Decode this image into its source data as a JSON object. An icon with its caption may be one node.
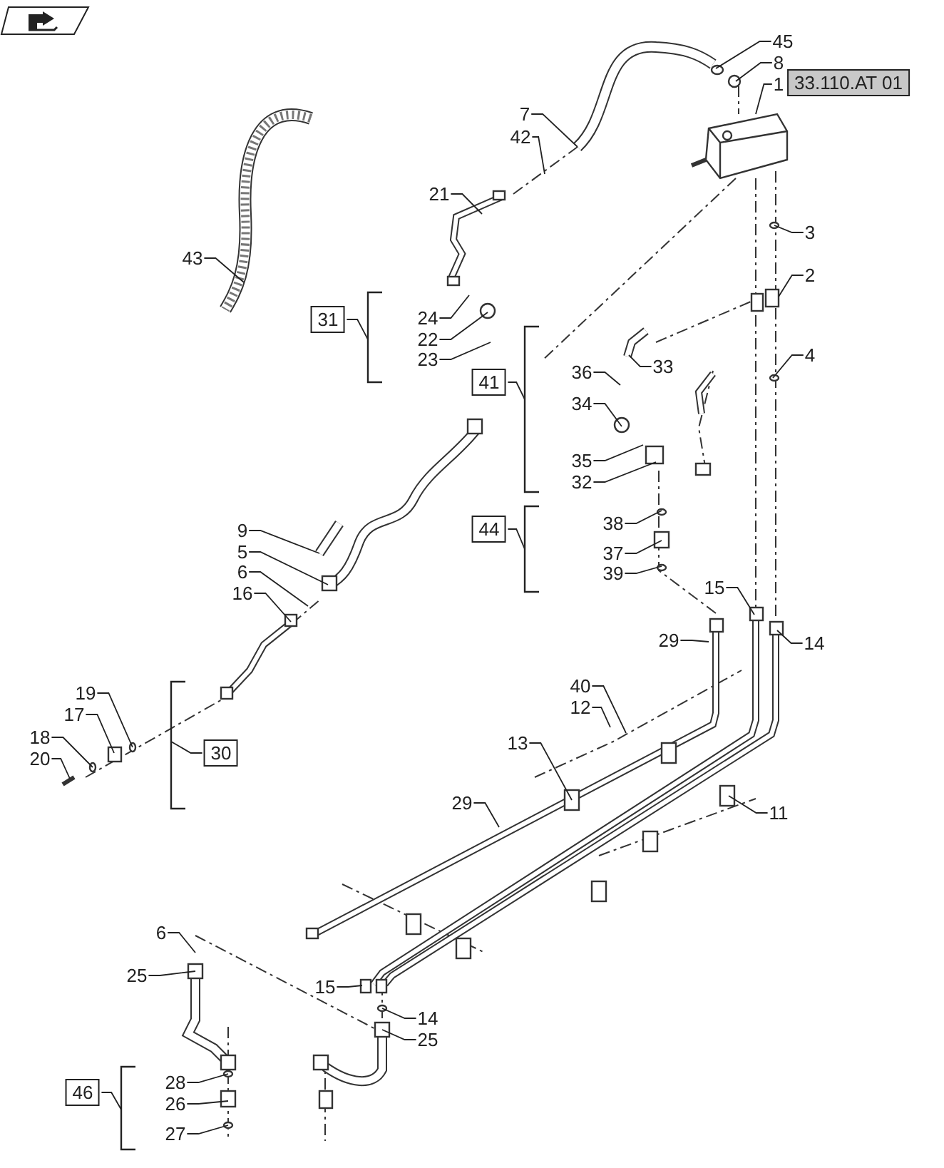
{
  "diagram": {
    "nodes": [
      {
        "text": [
          "45"
        ]
      },
      {
        "text": [
          "8"
        ]
      },
      {
        "text": [
          "33.110.AT 01"
        ]
      },
      {
        "text": [
          "1"
        ]
      },
      {
        "text": [
          "7"
        ]
      },
      {
        "text": [
          "42"
        ]
      },
      {
        "text": [
          "21"
        ]
      },
      {
        "text": [
          "3"
        ]
      },
      {
        "text": [
          "43"
        ]
      },
      {
        "text": [
          "2"
        ]
      },
      {
        "text": [
          "24"
        ]
      },
      {
        "text": [
          "31"
        ]
      },
      {
        "text": [
          "22"
        ]
      },
      {
        "text": [
          "23"
        ]
      },
      {
        "text": [
          "4"
        ]
      },
      {
        "text": [
          "33"
        ]
      },
      {
        "text": [
          "36"
        ]
      },
      {
        "text": [
          "41"
        ]
      },
      {
        "text": [
          "34"
        ]
      },
      {
        "text": [
          "35"
        ]
      },
      {
        "text": [
          "32"
        ]
      },
      {
        "text": [
          "38"
        ]
      },
      {
        "text": [
          "44"
        ]
      },
      {
        "text": [
          "9"
        ]
      },
      {
        "text": [
          "5"
        ]
      },
      {
        "text": [
          "37"
        ]
      },
      {
        "text": [
          "6"
        ]
      },
      {
        "text": [
          "39"
        ]
      },
      {
        "text": [
          "15"
        ]
      },
      {
        "text": [
          "16"
        ]
      },
      {
        "text": [
          "29"
        ]
      },
      {
        "text": [
          "14"
        ]
      },
      {
        "text": [
          "40"
        ]
      },
      {
        "text": [
          "19"
        ]
      },
      {
        "text": [
          "12"
        ]
      },
      {
        "text": [
          "17"
        ]
      },
      {
        "text": [
          "18"
        ]
      },
      {
        "text": [
          "13"
        ]
      },
      {
        "text": [
          "30"
        ]
      },
      {
        "text": [
          "20"
        ]
      },
      {
        "text": [
          "29"
        ]
      },
      {
        "text": [
          "11"
        ]
      },
      {
        "text": [
          "6"
        ]
      },
      {
        "text": [
          "25"
        ]
      },
      {
        "text": [
          "15"
        ]
      },
      {
        "text": [
          "14"
        ]
      },
      {
        "text": [
          "25"
        ]
      },
      {
        "text": [
          "28"
        ]
      },
      {
        "text": [
          "46"
        ]
      },
      {
        "text": [
          "26"
        ]
      },
      {
        "text": [
          "27"
        ]
      }
    ],
    "edges": [
      {
        "from": 0,
        "to": null,
        "arrow": "none"
      },
      {
        "from": 1,
        "to": null,
        "arrow": "none"
      },
      {
        "from": 3,
        "to": null,
        "arrow": "none"
      },
      {
        "from": 4,
        "to": null,
        "arrow": "none"
      },
      {
        "from": 5,
        "to": null,
        "arrow": "none"
      },
      {
        "from": 6,
        "to": null,
        "arrow": "none"
      },
      {
        "from": 7,
        "to": null,
        "arrow": "none"
      },
      {
        "from": 8,
        "to": null,
        "arrow": "none"
      },
      {
        "from": 9,
        "to": null,
        "arrow": "none"
      },
      {
        "from": 10,
        "to": null,
        "arrow": "none"
      },
      {
        "from": 11,
        "to": null,
        "arrow": "none"
      },
      {
        "from": 12,
        "to": null,
        "arrow": "none"
      },
      {
        "from": 13,
        "to": null,
        "arrow": "none"
      },
      {
        "from": 14,
        "to": null,
        "arrow": "none"
      },
      {
        "from": 15,
        "to": null,
        "arrow": "none"
      },
      {
        "from": 16,
        "to": null,
        "arrow": "none"
      },
      {
        "from": 17,
        "to": null,
        "arrow": "none"
      },
      {
        "from": 18,
        "to": null,
        "arrow": "none"
      },
      {
        "from": 19,
        "to": null,
        "arrow": "none"
      },
      {
        "from": 20,
        "to": null,
        "arrow": "none"
      },
      {
        "from": 21,
        "to": null,
        "arrow": "none"
      },
      {
        "from": 22,
        "to": null,
        "arrow": "none"
      },
      {
        "from": 23,
        "to": null,
        "arrow": "none"
      },
      {
        "from": 24,
        "to": null,
        "arrow": "none"
      },
      {
        "from": 25,
        "to": null,
        "arrow": "none"
      },
      {
        "from": 26,
        "to": null,
        "arrow": "none"
      },
      {
        "from": 27,
        "to": null,
        "arrow": "none"
      },
      {
        "from": 28,
        "to": null,
        "arrow": "none"
      },
      {
        "from": 29,
        "to": null,
        "arrow": "none"
      },
      {
        "from": 30,
        "to": null,
        "arrow": "none"
      },
      {
        "from": 31,
        "to": null,
        "arrow": "none"
      },
      {
        "from": 32,
        "to": null,
        "arrow": "none"
      },
      {
        "from": 33,
        "to": null,
        "arrow": "none"
      },
      {
        "from": 34,
        "to": null,
        "arrow": "none"
      },
      {
        "from": 35,
        "to": null,
        "arrow": "none"
      },
      {
        "from": 36,
        "to": null,
        "arrow": "none"
      },
      {
        "from": 37,
        "to": null,
        "arrow": "none"
      },
      {
        "from": 38,
        "to": null,
        "arrow": "none"
      },
      {
        "from": 39,
        "to": null,
        "arrow": "none"
      },
      {
        "from": 40,
        "to": null,
        "arrow": "none"
      },
      {
        "from": 41,
        "to": null,
        "arrow": "none"
      },
      {
        "from": 42,
        "to": null,
        "arrow": "none"
      },
      {
        "from": 43,
        "to": null,
        "arrow": "none"
      },
      {
        "from": 44,
        "to": null,
        "arrow": "none"
      },
      {
        "from": 45,
        "to": null,
        "arrow": "none"
      },
      {
        "from": 46,
        "to": null,
        "arrow": "none"
      },
      {
        "from": 47,
        "to": null,
        "arrow": "none"
      },
      {
        "from": 48,
        "to": null,
        "arrow": "none"
      },
      {
        "from": 49,
        "to": null,
        "arrow": "none"
      },
      {
        "from": 50,
        "to": null,
        "arrow": "none"
      }
    ]
  }
}
